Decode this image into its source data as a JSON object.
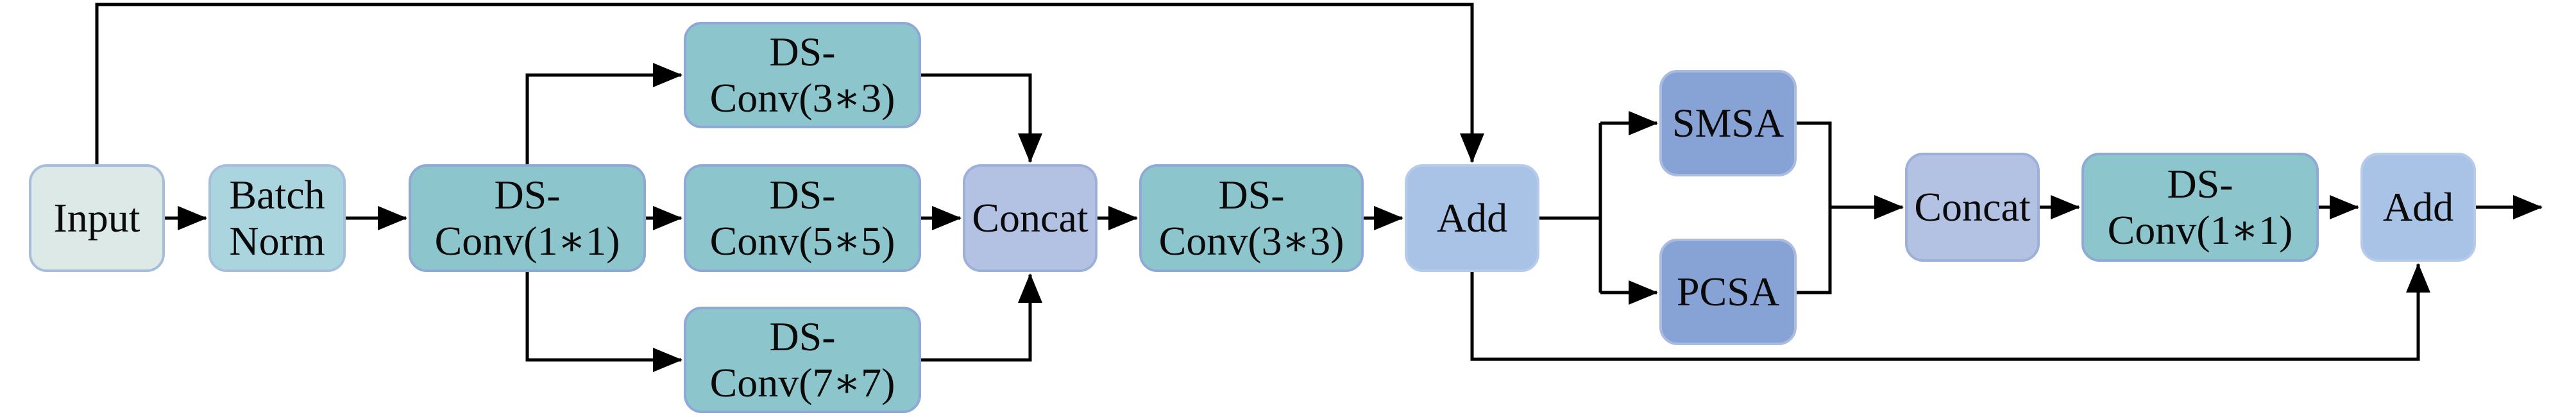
{
  "figure": {
    "type": "architecture-block-diagram",
    "description": "Multi-scale depthwise-separable convolution block with SMSA and PCSA attention branches and two residual Add connections"
  },
  "colors": {
    "input_fill": "#dde9e7",
    "input_border": "#a6bedb",
    "norm_fill": "#aad5de",
    "conv_fill": "#8cc6cc",
    "box_border": "#8fa9d6",
    "concat_fill": "#b3c1e3",
    "concat_border": "#9cb0da",
    "add_fill": "#a9c3e6",
    "add_border": "#b6cbea",
    "attn_fill": "#87a2d5",
    "attn_border": "#a9bcdf",
    "line_color": "#000000",
    "text_color": "#0a0a0a",
    "page_bg": "#ffffff"
  },
  "nodes": {
    "input": {
      "label": "Input"
    },
    "batch_norm": {
      "label": "Batch\nNorm"
    },
    "ds_conv_1x1": {
      "label": "DS-\nConv(1∗1)"
    },
    "ds_conv_3x3_branch": {
      "label": "DS-\nConv(3∗3)"
    },
    "ds_conv_5x5_branch": {
      "label": "DS-\nConv(5∗5)"
    },
    "ds_conv_7x7_branch": {
      "label": "DS-\nConv(7∗7)"
    },
    "concat_multiscale": {
      "label": "Concat"
    },
    "ds_conv_3x3_fuse": {
      "label": "DS-\nConv(3∗3)"
    },
    "add_residual_1": {
      "label": "Add"
    },
    "smsa": {
      "label": "SMSA"
    },
    "pcsa": {
      "label": "PCSA"
    },
    "concat_attention": {
      "label": "Concat"
    },
    "ds_conv_1x1_out": {
      "label": "DS-\nConv(1∗1)"
    },
    "add_residual_2": {
      "label": "Add"
    }
  },
  "edges": [
    {
      "from": "input",
      "to": "batch_norm"
    },
    {
      "from": "batch_norm",
      "to": "ds_conv_1x1"
    },
    {
      "from": "ds_conv_1x1",
      "to": "ds_conv_3x3_branch"
    },
    {
      "from": "ds_conv_1x1",
      "to": "ds_conv_5x5_branch"
    },
    {
      "from": "ds_conv_1x1",
      "to": "ds_conv_7x7_branch"
    },
    {
      "from": "ds_conv_3x3_branch",
      "to": "concat_multiscale"
    },
    {
      "from": "ds_conv_5x5_branch",
      "to": "concat_multiscale"
    },
    {
      "from": "ds_conv_7x7_branch",
      "to": "concat_multiscale"
    },
    {
      "from": "concat_multiscale",
      "to": "ds_conv_3x3_fuse"
    },
    {
      "from": "ds_conv_3x3_fuse",
      "to": "add_residual_1"
    },
    {
      "from": "input",
      "to": "add_residual_1",
      "kind": "skip"
    },
    {
      "from": "add_residual_1",
      "to": "smsa"
    },
    {
      "from": "add_residual_1",
      "to": "pcsa"
    },
    {
      "from": "smsa",
      "to": "concat_attention"
    },
    {
      "from": "pcsa",
      "to": "concat_attention"
    },
    {
      "from": "concat_attention",
      "to": "ds_conv_1x1_out"
    },
    {
      "from": "ds_conv_1x1_out",
      "to": "add_residual_2"
    },
    {
      "from": "add_residual_1",
      "to": "add_residual_2",
      "kind": "skip"
    },
    {
      "from": "add_residual_2",
      "to": "output"
    }
  ]
}
